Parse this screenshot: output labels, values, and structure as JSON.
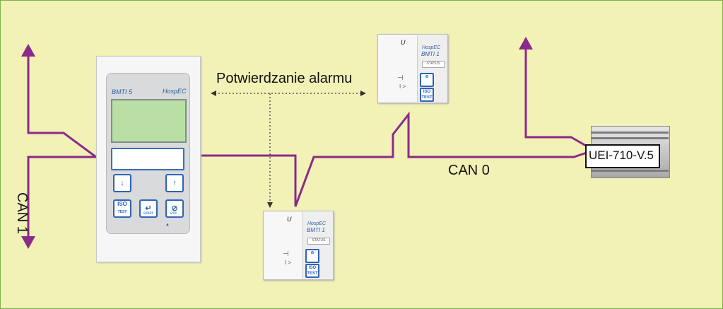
{
  "labels": {
    "alarm": "Potwierdzanie alarmu",
    "can0": "CAN 0",
    "can1": "CAN 1",
    "uei": "UEI-710-V.5"
  },
  "bmti5": {
    "model": "BMTI 5",
    "brand": "HospEC",
    "enter": "enter",
    "esc": "esc",
    "iso": "ISO",
    "test": "TEST"
  },
  "bmti1": {
    "model": "BMTI 1",
    "brand": "HospEC",
    "u": "U",
    "status": "STATUS",
    "iso": "ISO",
    "test": "TEST"
  },
  "colors": {
    "background": "#f2f1b6",
    "bus_line": "#8b2a8a",
    "dotted": "#333333",
    "button_blue": "#2f63b8"
  }
}
